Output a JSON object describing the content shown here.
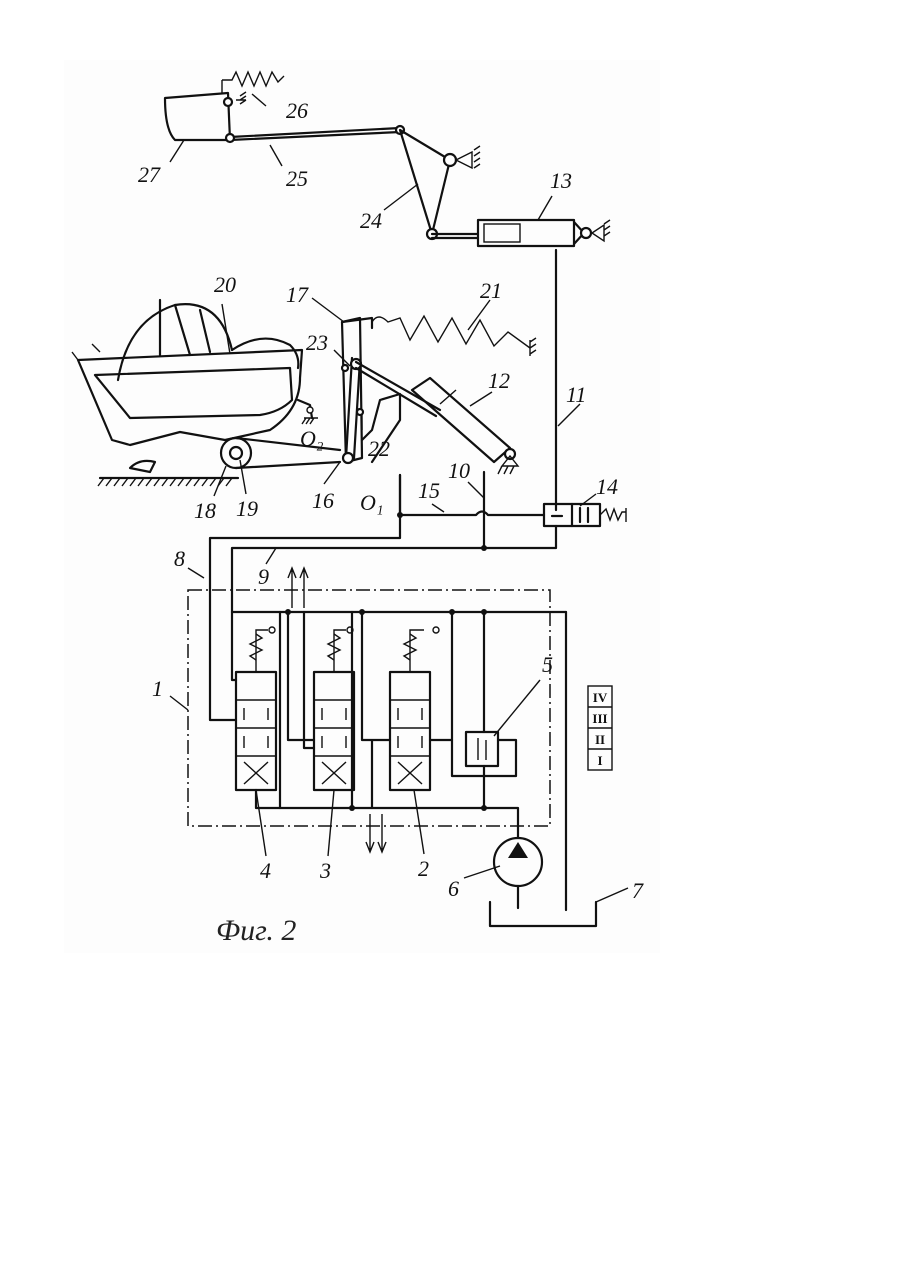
{
  "caption": "Фиг. 2",
  "labels": {
    "l1": "1",
    "l2": "2",
    "l3": "3",
    "l4": "4",
    "l5": "5",
    "l6": "6",
    "l7": "7",
    "l8": "8",
    "l9": "9",
    "l10": "10",
    "l11": "11",
    "l12": "12",
    "l13": "13",
    "l14": "14",
    "l15": "15",
    "l16": "16",
    "l17": "17",
    "l18": "18",
    "l19": "19",
    "l20": "20",
    "l21": "21",
    "l22": "22",
    "l23": "23",
    "l24": "24",
    "l25": "25",
    "l26": "26",
    "l27": "27",
    "o1": "O₁",
    "o2": "O₂"
  },
  "positions": [
    "IV",
    "III",
    "II",
    "I"
  ]
}
